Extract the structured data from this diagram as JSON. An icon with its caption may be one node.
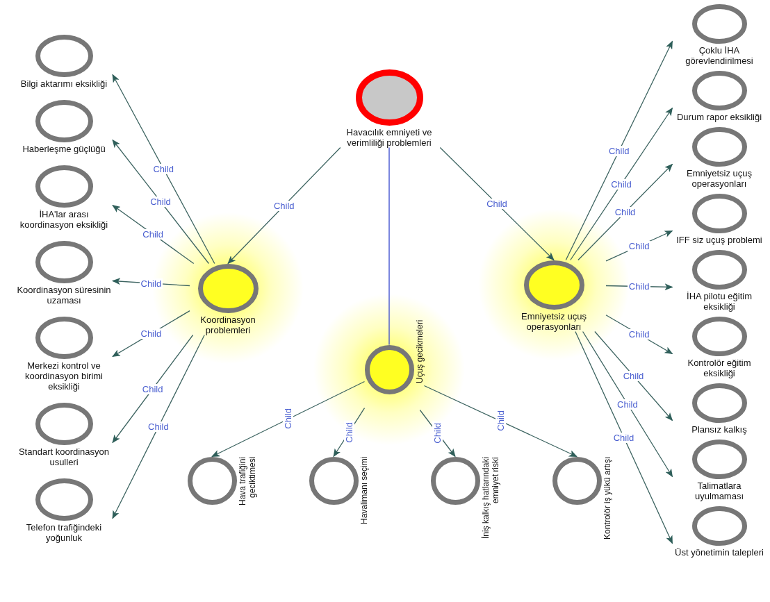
{
  "diagram": {
    "nodes": [
      {
        "text": [
          "Havacılık emniyeti ve verimliliği problemleri"
        ]
      },
      {
        "text": [
          "Koordinasyon problemleri"
        ]
      },
      {
        "text": [
          "Emniyetsiz uçuş operasyonları"
        ]
      },
      {
        "text": [
          "Uçuş gecikmeleri"
        ]
      },
      {
        "text": [
          "Bilgi aktarımı eksikliği"
        ]
      },
      {
        "text": [
          "Haberleşme güçlüğü"
        ]
      },
      {
        "text": [
          "İHA'lar arası koordinasyon eksikliği"
        ]
      },
      {
        "text": [
          "Koordinasyon süresinin uzaması"
        ]
      },
      {
        "text": [
          "Merkezi kontrol ve koordinasyon birimi eksikliği"
        ]
      },
      {
        "text": [
          "Standart koordinasyon usulleri"
        ]
      },
      {
        "text": [
          "Telefon trafiğindeki yoğunluk"
        ]
      },
      {
        "text": [
          "Çoklu İHA görevlendirilmesi"
        ]
      },
      {
        "text": [
          "Durum rapor eksikliği"
        ]
      },
      {
        "text": [
          "Emniyetsiz uçuş operasyonları"
        ]
      },
      {
        "text": [
          "IFF siz uçuş problemi"
        ]
      },
      {
        "text": [
          "İHA pilotu eğitim eksikliği"
        ]
      },
      {
        "text": [
          "Kontrolör eğitim eksikliği"
        ]
      },
      {
        "text": [
          "Plansız kalkış"
        ]
      },
      {
        "text": [
          "Talimatlara uyulmaması"
        ]
      },
      {
        "text": [
          "Üst yönetimin talepleri"
        ]
      },
      {
        "text": [
          "Hava trafiğini geciktimesi"
        ]
      },
      {
        "text": [
          "Havalimanı seçimi"
        ]
      },
      {
        "text": [
          "İniş kalkış hatlarındaki emniyet riski"
        ]
      },
      {
        "text": [
          "Kontrolör iş yükü artışı"
        ]
      }
    ],
    "edges": [
      {
        "from": 0,
        "to": 1,
        "arrow": "to",
        "label": "Child"
      },
      {
        "from": 0,
        "to": 2,
        "arrow": "to",
        "label": "Child"
      },
      {
        "from": 0,
        "to": 3,
        "arrow": "none",
        "color": "#3344cc"
      },
      {
        "from": 1,
        "to": 4,
        "arrow": "to",
        "label": "Child"
      },
      {
        "from": 1,
        "to": 5,
        "arrow": "to",
        "label": "Child"
      },
      {
        "from": 1,
        "to": 6,
        "arrow": "to",
        "label": "Child"
      },
      {
        "from": 1,
        "to": 7,
        "arrow": "to",
        "label": "Child"
      },
      {
        "from": 1,
        "to": 8,
        "arrow": "to",
        "label": "Child"
      },
      {
        "from": 1,
        "to": 9,
        "arrow": "to",
        "label": "Child"
      },
      {
        "from": 1,
        "to": 10,
        "arrow": "to",
        "label": "Child"
      },
      {
        "from": 2,
        "to": 11,
        "arrow": "to",
        "label": "Child"
      },
      {
        "from": 2,
        "to": 12,
        "arrow": "to",
        "label": "Child"
      },
      {
        "from": 2,
        "to": 13,
        "arrow": "to",
        "label": "Child"
      },
      {
        "from": 2,
        "to": 14,
        "arrow": "to",
        "label": "Child"
      },
      {
        "from": 2,
        "to": 15,
        "arrow": "to",
        "label": "Child"
      },
      {
        "from": 2,
        "to": 16,
        "arrow": "to",
        "label": "Child"
      },
      {
        "from": 2,
        "to": 17,
        "arrow": "to",
        "label": "Child"
      },
      {
        "from": 2,
        "to": 18,
        "arrow": "to",
        "label": "Child"
      },
      {
        "from": 2,
        "to": 19,
        "arrow": "to",
        "label": "Child"
      },
      {
        "from": 3,
        "to": 20,
        "arrow": "to",
        "label": "Child"
      },
      {
        "from": 3,
        "to": 21,
        "arrow": "to",
        "label": "Child"
      },
      {
        "from": 3,
        "to": 22,
        "arrow": "to",
        "label": "Child"
      },
      {
        "from": 3,
        "to": 23,
        "arrow": "to",
        "label": "Child"
      }
    ]
  }
}
